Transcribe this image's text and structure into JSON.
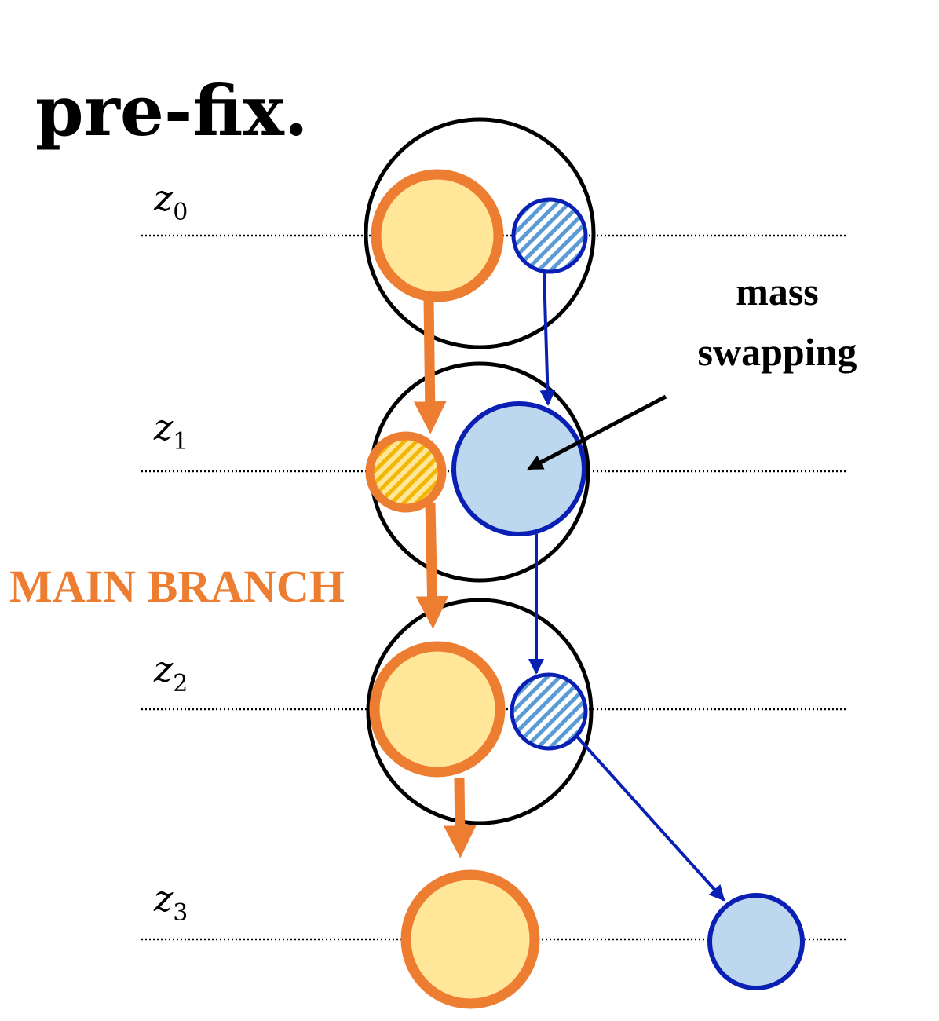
{
  "title": "pre-fix.",
  "annotation": {
    "line1": "mass",
    "line2": "swapping"
  },
  "main_branch_label": "MAIN BRANCH",
  "levels": [
    {
      "var": "z",
      "sub": "0"
    },
    {
      "var": "z",
      "sub": "1"
    },
    {
      "var": "z",
      "sub": "2"
    },
    {
      "var": "z",
      "sub": "3"
    }
  ],
  "colors": {
    "main_stroke": "#ED7D31",
    "main_fill": "#FFE699",
    "main_hatch": "#F2B705",
    "minor_stroke": "#0A20B5",
    "minor_fill": "#BDD7EE",
    "minor_hatch": "#5B9BD5",
    "group_stroke": "#000000",
    "text": "#000000",
    "main_label": "#ED7D31"
  }
}
